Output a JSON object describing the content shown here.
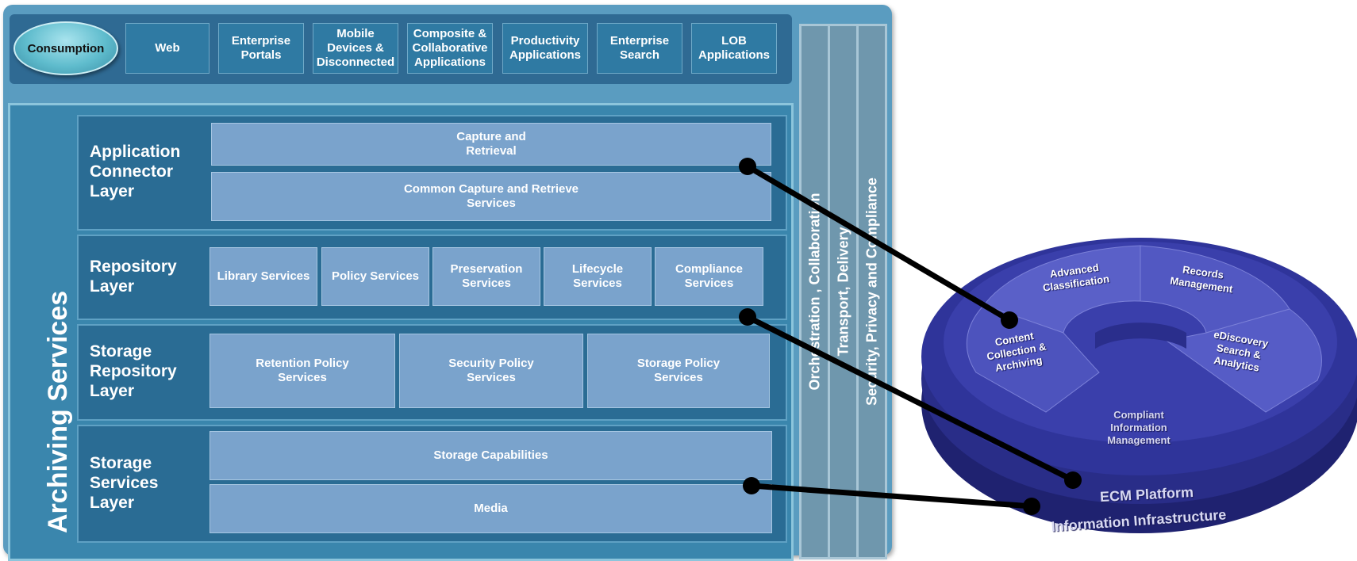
{
  "consumption": {
    "label": "Consumption",
    "items": [
      "Web",
      "Enterprise\nPortals",
      "Mobile\nDevices &\nDisconnected",
      "Composite &\nCollaborative\nApplications",
      "Productivity\nApplications",
      "Enterprise\nSearch",
      "LOB\nApplications"
    ]
  },
  "archiving_title": "Archiving Services",
  "layers": {
    "application_connector": {
      "label": "Application\nConnector\nLayer",
      "services": [
        "Capture and\nRetrieval",
        "Common Capture and Retrieve\nServices"
      ]
    },
    "repository": {
      "label": "Repository\nLayer",
      "services": [
        "Library Services",
        "Policy Services",
        "Preservation\nServices",
        "Lifecycle\nServices",
        "Compliance\nServices"
      ]
    },
    "storage_repository": {
      "label": "Storage\nRepository\nLayer",
      "services": [
        "Retention Policy\nServices",
        "Security Policy\nServices",
        "Storage Policy\nServices"
      ]
    },
    "storage_services": {
      "label": "Storage\nServices\nLayer",
      "services": [
        "Storage Capabilities",
        "Media"
      ]
    }
  },
  "vertical_bands": [
    "Orchestration , Collaboration",
    "Transport, Delivery",
    "Security, Privacy and Compliance"
  ],
  "disc": {
    "segments": [
      "Advanced\nClassification",
      "Records\nManagement",
      "Content\nCollection &\nArchiving",
      "eDiscovery\nSearch &\nAnalytics"
    ],
    "center": "Compliant\nInformation\nManagement",
    "platform": "ECM Platform",
    "infrastructure": "Information Infrastructure"
  },
  "colors": {
    "frame": "#5a9cc0",
    "layer": "#2a6c94",
    "service": "#7aa3cc",
    "band": "#6f97ad",
    "disc_top": "#4a4fb0",
    "disc_side": "#1f2270"
  }
}
